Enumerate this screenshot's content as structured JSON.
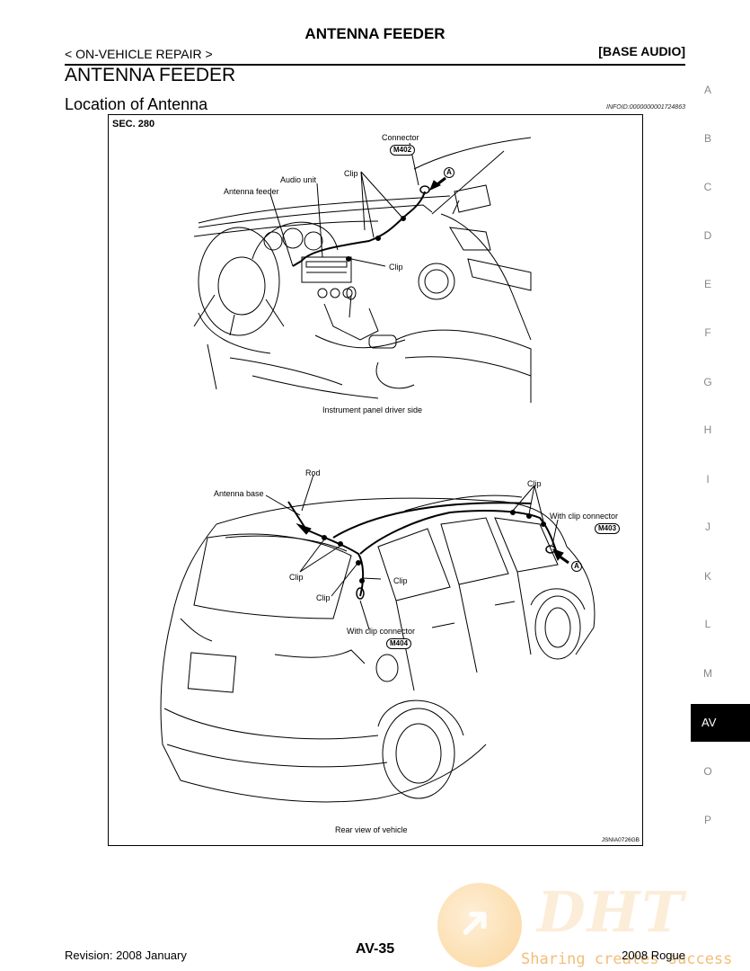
{
  "header": {
    "top_title": "ANTENNA FEEDER",
    "breadcrumb": "< ON-VEHICLE REPAIR >",
    "section_tag": "[BASE AUDIO]",
    "page_heading": "ANTENNA FEEDER",
    "sub_heading": "Location of Antenna",
    "infoid": "INFOID:0000000001724863"
  },
  "figure": {
    "section": "SEC. 280",
    "code": "JSNIA0726GB",
    "upper": {
      "connector": "Connector",
      "connector_id": "M402",
      "marker": "A",
      "clip_top": "Clip",
      "audio_unit": "Audio unit",
      "antenna_feeder": "Antenna feeder",
      "clip_mid": "Clip",
      "caption": "Instrument panel driver side"
    },
    "lower": {
      "rod": "Rod",
      "antenna_base": "Antenna base",
      "clip_right": "Clip",
      "with_clip_connector_right": "With clip connector",
      "connector_id_right": "M403",
      "marker": "A",
      "clip_left": "Clip",
      "clip_center": "Clip",
      "clip_low": "Clip",
      "with_clip_connector_low": "With clip connector",
      "connector_id_low": "M404",
      "caption": "Rear view of vehicle"
    }
  },
  "side_index": [
    "A",
    "B",
    "C",
    "D",
    "E",
    "F",
    "G",
    "H",
    "I",
    "J",
    "K",
    "L",
    "M",
    "AV",
    "O",
    "P"
  ],
  "footer": {
    "revision": "Revision: 2008 January",
    "page": "AV-35",
    "model": "2008 Rogue"
  },
  "watermark": {
    "logo": "DHT",
    "tagline": "Sharing creates success"
  }
}
